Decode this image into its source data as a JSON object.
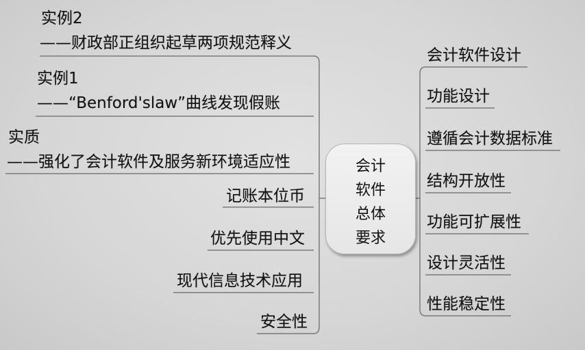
{
  "center": {
    "lines": [
      "会计",
      "软件",
      "总体",
      "要求"
    ]
  },
  "left": {
    "example2_title": "实例2",
    "example2_detail": "——财政部正组织起草两项规范释义",
    "example1_title": "实例1",
    "example1_detail": "——“Benford'slaw”曲线发现假账",
    "essence_title": "实质",
    "essence_detail": "——强化了会计软件及服务新环境适应性",
    "items": [
      "记账本位币",
      "优先使用中文",
      "现代信息技术应用",
      "安全性"
    ]
  },
  "right": {
    "items": [
      "会计软件设计",
      "功能设计",
      "遵循会计数据标准",
      "结构开放性",
      "功能可扩展性",
      "设计灵活性",
      "性能稳定性"
    ]
  }
}
